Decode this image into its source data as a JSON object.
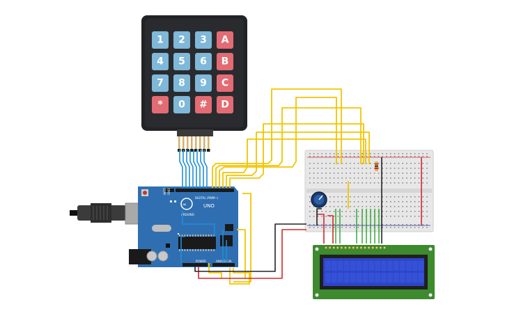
{
  "keypad": {
    "keys": [
      {
        "label": "1",
        "kind": "num"
      },
      {
        "label": "2",
        "kind": "num"
      },
      {
        "label": "3",
        "kind": "num"
      },
      {
        "label": "A",
        "kind": "alpha"
      },
      {
        "label": "4",
        "kind": "num"
      },
      {
        "label": "5",
        "kind": "num"
      },
      {
        "label": "6",
        "kind": "num"
      },
      {
        "label": "B",
        "kind": "alpha"
      },
      {
        "label": "7",
        "kind": "num"
      },
      {
        "label": "8",
        "kind": "num"
      },
      {
        "label": "9",
        "kind": "num"
      },
      {
        "label": "C",
        "kind": "alpha"
      },
      {
        "label": "*",
        "kind": "alpha"
      },
      {
        "label": "0",
        "kind": "num"
      },
      {
        "label": "#",
        "kind": "alpha"
      },
      {
        "label": "D",
        "kind": "alpha"
      }
    ]
  },
  "arduino": {
    "brand": "ARDUINO",
    "model": "UNO",
    "digital_label": "DIGITAL (PWM~)",
    "power_label": "POWER",
    "analog_label": "ANALOG IN",
    "aref_label": "AREF",
    "gnd_label": "GND"
  },
  "colors": {
    "board": "#2f6fb1",
    "keypad_body": "#222326",
    "key_num": "#7fb8d8",
    "key_alpha": "#e36b73",
    "wire_yellow": "#f2c500",
    "wire_blue": "#1e8fd6",
    "wire_red": "#d6262c",
    "wire_black": "#222222",
    "lcd_green": "#3d8a2f",
    "lcd_screen": "#2d45c9",
    "breadboard": "#e7e7e7"
  },
  "icons": {
    "usb": "usb-connector-icon",
    "power_jack": "dc-jack-icon",
    "potentiometer": "potentiometer-icon",
    "resistor": "resistor-icon"
  }
}
